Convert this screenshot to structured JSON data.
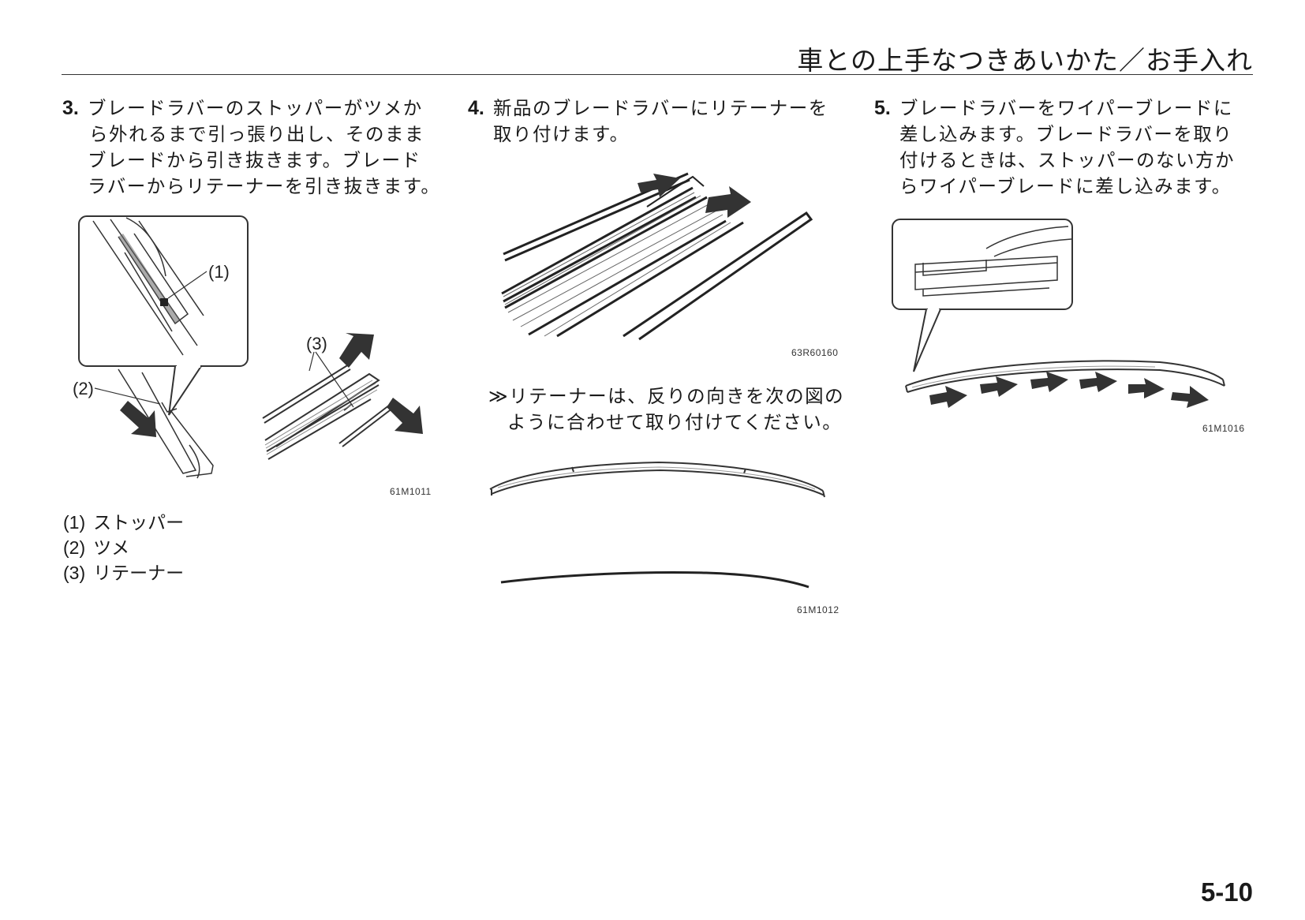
{
  "header": {
    "title": "車との上手なつきあいかた／お手入れ"
  },
  "steps": [
    {
      "number": "3.",
      "lines": [
        "ブレードラバーのストッパーがツメか",
        "ら外れるまで引っ張り出し、そのまま",
        "ブレードから引き抜きます。ブレード",
        "ラバーからリテーナーを引き抜きます。"
      ],
      "figure": {
        "code": "61M1011",
        "callouts": [
          "(1)",
          "(2)",
          "(3)"
        ]
      },
      "legend": [
        {
          "key": "(1)",
          "label": "ストッパー"
        },
        {
          "key": "(2)",
          "label": "ツメ"
        },
        {
          "key": "(3)",
          "label": "リテーナー"
        }
      ]
    },
    {
      "number": "4.",
      "lines": [
        "新品のブレードラバーにリテーナーを",
        "取り付けます。"
      ],
      "figure": {
        "code": "63R60160"
      },
      "note": {
        "lines": [
          "≫リテーナーは、反りの向きを次の図の",
          "ように合わせて取り付けてください。"
        ]
      },
      "figure2": {
        "code": "61M1012"
      }
    },
    {
      "number": "5.",
      "lines": [
        "ブレードラバーをワイパーブレードに",
        "差し込みます。ブレードラバーを取り",
        "付けるときは、ストッパーのない方か",
        "らワイパーブレードに差し込みます。"
      ],
      "figure": {
        "code": "61M1016"
      }
    }
  ],
  "page_number": "5-10"
}
